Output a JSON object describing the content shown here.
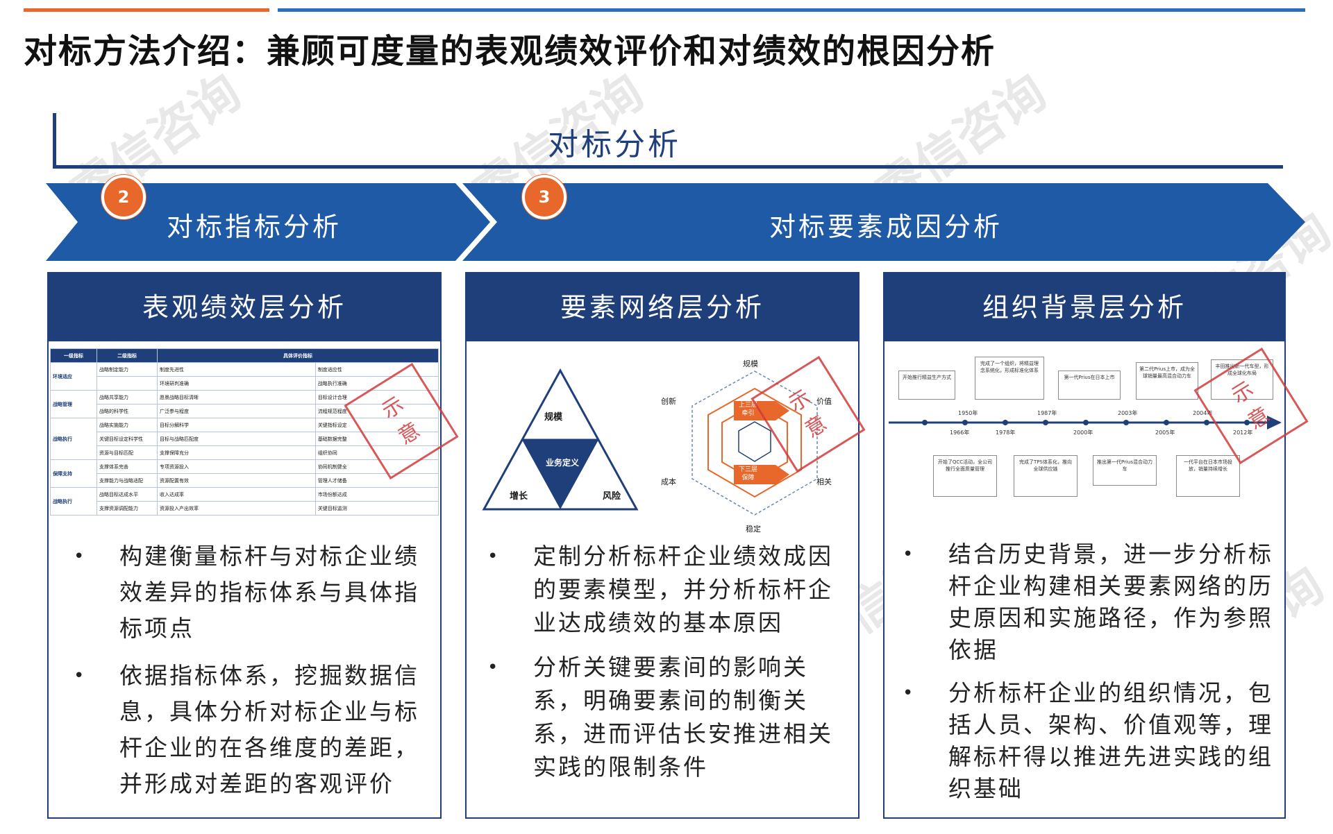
{
  "title": "对标方法介绍：兼顾可度量的表观绩效评价和对绩效的根因分析",
  "banner": "对标分析",
  "arrows": [
    {
      "num": "2",
      "label": "对标指标分析"
    },
    {
      "num": "3",
      "label": "对标要素成因分析"
    }
  ],
  "watermark": "睿信咨询",
  "stamp": {
    "line1": "示",
    "line2": "意"
  },
  "panels": [
    {
      "header": "表观绩效层分析",
      "bullets": [
        "构建衡量标杆与对标企业绩效差异的指标体系与具体指标项点",
        "依据指标体系，挖掘数据信息，具体分析对标企业与标杆企业的在各维度的差距，并形成对差距的客观评价"
      ]
    },
    {
      "header": "要素网络层分析",
      "bullets": [
        "定制分析标杆企业绩效成因的要素模型，并分析标杆企业达成绩效的基本原因",
        "分析关键要素间的影响关系，明确要素间的制衡关系，进而评估长安推进相关实践的限制条件"
      ]
    },
    {
      "header": "组织背景层分析",
      "bullets": [
        "结合历史背景，进一步分析标杆企业构建相关要素网络的历史原因和实施路径，作为参照依据",
        "分析标杆企业的组织情况，包括人员、架构、价值观等，理解标杆得以推进先进实践的组织基础"
      ]
    }
  ],
  "table": {
    "headers": [
      "一级指标",
      "二级指标",
      "具体评价指标"
    ],
    "groups": [
      {
        "name": "环境适应",
        "rows": [
          [
            "战略制定能力",
            "制度先进性",
            "制度适应性"
          ],
          [
            "",
            "环境研判准确",
            "战略执行准确"
          ]
        ]
      },
      {
        "name": "战略管理",
        "rows": [
          [
            "战略共享能力",
            "愿景战略目标清晰",
            "目标设计合理"
          ],
          [
            "战略的科学性",
            "广泛参与程度",
            "流程规范程度"
          ]
        ]
      },
      {
        "name": "战略执行",
        "rows": [
          [
            "战略实施能力",
            "目标分解科学",
            "关键指标设定"
          ],
          [
            "关键目标设定科学性",
            "目标与战略匹配度",
            "基础数据完整"
          ],
          [
            "资源与目标匹配",
            "支撑保障充分",
            "组织协同"
          ]
        ]
      },
      {
        "name": "保障支持",
        "rows": [
          [
            "支撑体系完善",
            "专项资源投入",
            "协同机制健全"
          ],
          [
            "支撑能力与战略适配",
            "资源配置有效",
            "管理人才储备"
          ]
        ]
      },
      {
        "name": "战略执行",
        "rows": [
          [
            "战略目标达成水平",
            "收入达成率",
            "市场份额达成"
          ],
          [
            "支撑资源调配能力",
            "资源投入产出效率",
            "关键目标监测"
          ]
        ]
      }
    ]
  },
  "triangle": {
    "top": "规模",
    "center": "业务定义",
    "left": "增长",
    "right": "风险"
  },
  "radar": {
    "axes": [
      "规模",
      "价值",
      "相关",
      "稳定",
      "成本",
      "创新"
    ],
    "up_label": [
      "上三层",
      "牵引"
    ],
    "down_label": [
      "下三层",
      "保障"
    ]
  },
  "timeline": {
    "years_top": [
      "1950年",
      "1987年",
      "2003年",
      "2004年"
    ],
    "years_bottom": [
      "1966年",
      "1978年",
      "2000年",
      "2005年",
      "2012年"
    ],
    "top_boxes": [
      "开始推行精益生产方式",
      "完成了一个组织，将精益理念系统化，形成标准化体系",
      "第一代Prius在日本上市",
      "第二代Prius上市，成为全球销量最高混合动力车",
      "丰田推出新一代车型，形成全球化布局"
    ],
    "bottom_boxes": [
      "开始了QCC活动，全公司推行全面质量管理",
      "完成了TPS体系化，推向全球供应链",
      "推出第一代Prius混合动力车",
      "一代平台在日本市场投放，销量持续增长"
    ]
  }
}
